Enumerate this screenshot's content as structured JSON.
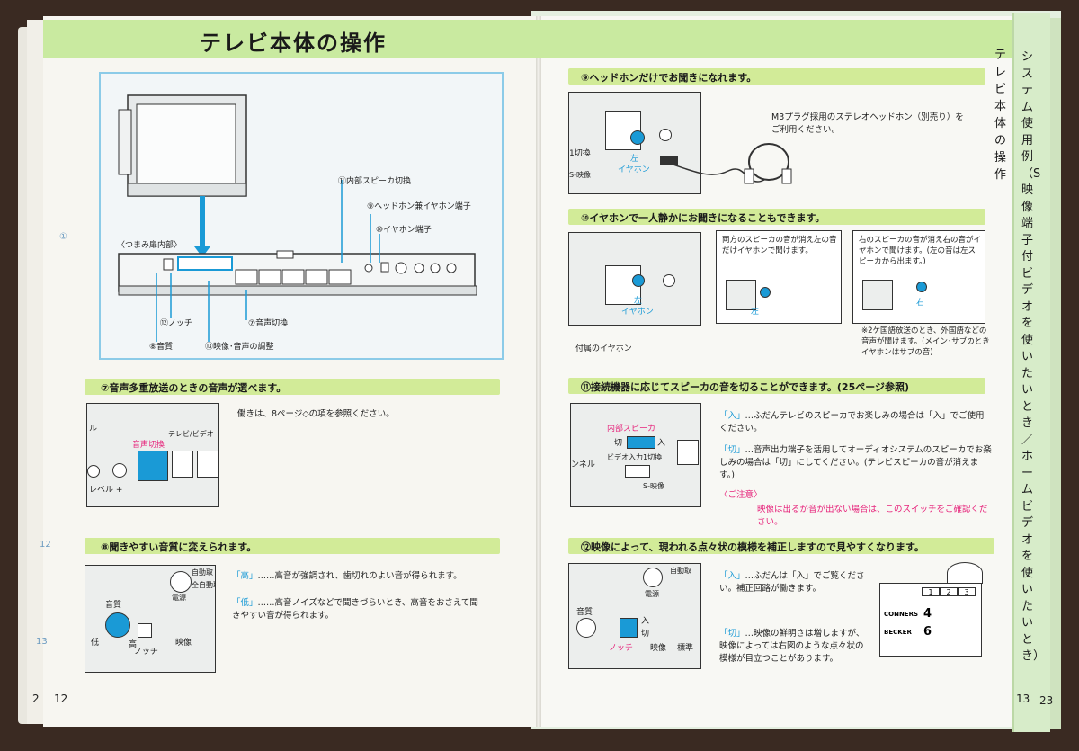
{
  "left_page": {
    "title": "テレビ本体の操作",
    "diagram": {
      "labels": {
        "speaker_switch": "⑪内部スピーカ切換",
        "headphone_jack": "⑨ヘッドホン兼イヤホン端子",
        "earphone_jack": "⑩イヤホン端子",
        "panel_inside": "〈つまみ扉内部〉",
        "notch": "⑫ノッチ",
        "sound_switch": "⑦音声切換",
        "tone": "⑧音質",
        "adjust": "⑬映像･音声の調整"
      }
    },
    "section7": {
      "title": "⑦音声多重放送のときの音声が選べます。",
      "body": "働きは、8ページ◇の項を参照ください。",
      "illus_label": "音声切換",
      "illus_small": [
        "テレビ/ビデオ",
        "レベル +",
        "ル"
      ]
    },
    "section8": {
      "title": "⑧聞きやすい音質に変えられます。",
      "items": [
        {
          "key": "「高」",
          "text": "……高音が強調され、歯切れのよい音が得られます。"
        },
        {
          "key": "「低」",
          "text": "……高音ノイズなどで聞きづらいとき、高音をおさえて聞きやすい音が得られます。"
        }
      ],
      "illus_labels": [
        "音質",
        "低",
        "高",
        "電源",
        "ノッチ",
        "自動取",
        "全自動取",
        "映像"
      ]
    },
    "page_numbers": [
      "2",
      "12"
    ],
    "margin_nums": [
      "①",
      "12",
      "13"
    ]
  },
  "right_page": {
    "vertical_text": "テレビ本体の操作",
    "tab_text": "システム使用例（S映像端子付ビデオを使いたいとき／ホームビデオを使いたいとき）",
    "section9": {
      "title": "⑨ヘッドホンだけでお聞きになれます。",
      "body": "M3プラグ採用のステレオヘッドホン（別売り）をご利用ください。",
      "illus_labels": [
        "左",
        "イヤホン",
        "1切換",
        "S-映像"
      ]
    },
    "section10": {
      "title": "⑩イヤホンで一人静かにお聞きになることもできます。",
      "caption_attached": "付属のイヤホン",
      "box_left": "両方のスピーカの音が消え左の音だけイヤホンで聞けます。",
      "box_right": "右のスピーカの音が消え右の音がイヤホンで聞けます。(左の音は左スピーカから出ます。)",
      "note": "※2ケ国語放送のとき、外国語などの音声が聞けます。(メイン･サブのときイヤホンはサブの音)",
      "illus_labels": [
        "左",
        "イヤホン",
        "右"
      ]
    },
    "section11": {
      "title": "⑪接続機器に応じてスピーカの音を切ることができます。(25ページ参照)",
      "items": [
        {
          "key": "「入」",
          "text": "…ふだんテレビのスピーカでお楽しみの場合は「入」でご使用ください。"
        },
        {
          "key": "「切」",
          "text": "…音声出力端子を活用してオーディオシステムのスピーカでお楽しみの場合は「切」にしてください。(テレビスピーカの音が消えます。)"
        }
      ],
      "caution_title": "〈ご注意〉",
      "caution_text": "映像は出るが音が出ない場合は、このスイッチをご確認ください。",
      "illus_labels": [
        "内部スピーカ",
        "入",
        "切",
        "ビデオ入力1切換",
        "S-映像",
        "ンネル"
      ]
    },
    "section12": {
      "title": "⑫映像によって、現われる点々状の模様を補正しますので見やすくなります。",
      "items": [
        {
          "key": "「入」",
          "text": "…ふだんは「入」でご覧ください。補正回路が働きます。"
        },
        {
          "key": "「切」",
          "text": "…映像の鮮明さは増しますが、映像によっては右図のような点々状の模様が目立つことがあります。"
        }
      ],
      "table": {
        "header": [
          "1",
          "2",
          "3"
        ],
        "rows": [
          {
            "name": "CONNERS",
            "value": "4"
          },
          {
            "name": "BECKER",
            "value": "6"
          }
        ]
      },
      "illus_labels": [
        "音質",
        "ノッチ",
        "入",
        "切",
        "電源",
        "自動取",
        "映像",
        "標準"
      ]
    },
    "page_numbers": [
      "13",
      "23"
    ]
  },
  "colors": {
    "header_green": "#c9eaa0",
    "section_bar": "#d2eb98",
    "cyan_accent": "#1a9ad6",
    "pink_accent": "#e6227a",
    "diagram_border": "#8ccbe8"
  }
}
